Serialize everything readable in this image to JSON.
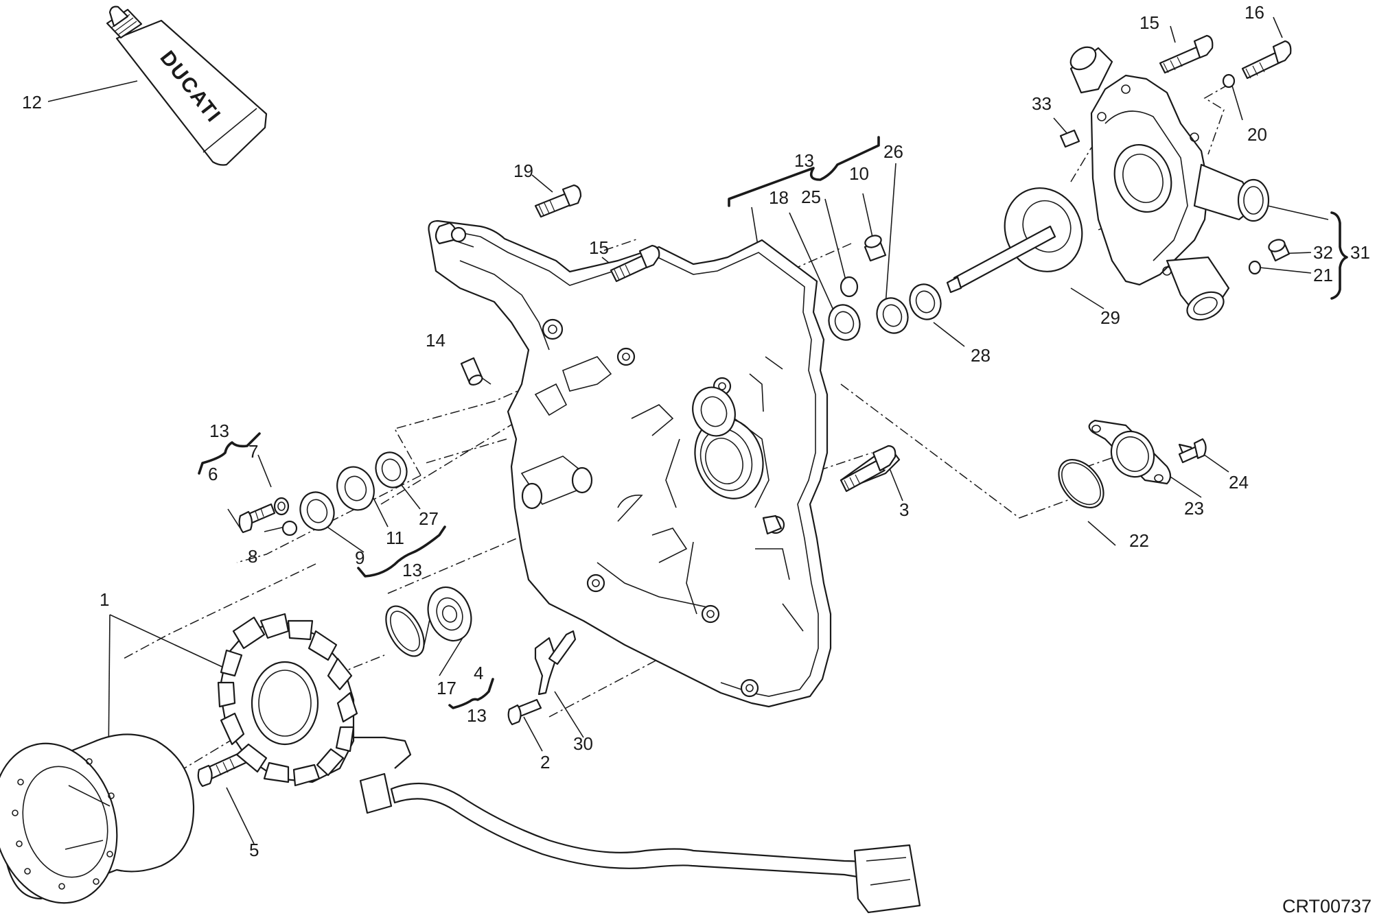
{
  "diagram": {
    "drawing_ref": "CRT00737",
    "tube_brand": "DUCATI",
    "callouts": [
      {
        "id": "c1",
        "label": "1"
      },
      {
        "id": "c2",
        "label": "2"
      },
      {
        "id": "c3",
        "label": "3"
      },
      {
        "id": "c4",
        "label": "4"
      },
      {
        "id": "c5",
        "label": "5"
      },
      {
        "id": "c6",
        "label": "6"
      },
      {
        "id": "c7",
        "label": "7"
      },
      {
        "id": "c8",
        "label": "8"
      },
      {
        "id": "c9",
        "label": "9"
      },
      {
        "id": "c10",
        "label": "10"
      },
      {
        "id": "c11",
        "label": "11"
      },
      {
        "id": "c12",
        "label": "12"
      },
      {
        "id": "c13a",
        "label": "13"
      },
      {
        "id": "c13b",
        "label": "13"
      },
      {
        "id": "c13c",
        "label": "13"
      },
      {
        "id": "c13d",
        "label": "13"
      },
      {
        "id": "c14",
        "label": "14"
      },
      {
        "id": "c15a",
        "label": "15"
      },
      {
        "id": "c15b",
        "label": "15"
      },
      {
        "id": "c16",
        "label": "16"
      },
      {
        "id": "c17",
        "label": "17"
      },
      {
        "id": "c18",
        "label": "18"
      },
      {
        "id": "c19",
        "label": "19"
      },
      {
        "id": "c20",
        "label": "20"
      },
      {
        "id": "c21",
        "label": "21"
      },
      {
        "id": "c22",
        "label": "22"
      },
      {
        "id": "c23",
        "label": "23"
      },
      {
        "id": "c24",
        "label": "24"
      },
      {
        "id": "c25",
        "label": "25"
      },
      {
        "id": "c26",
        "label": "26"
      },
      {
        "id": "c27",
        "label": "27"
      },
      {
        "id": "c28",
        "label": "28"
      },
      {
        "id": "c29",
        "label": "29"
      },
      {
        "id": "c30",
        "label": "30"
      },
      {
        "id": "c31",
        "label": "31"
      },
      {
        "id": "c32",
        "label": "32"
      },
      {
        "id": "c33",
        "label": "33"
      }
    ]
  }
}
